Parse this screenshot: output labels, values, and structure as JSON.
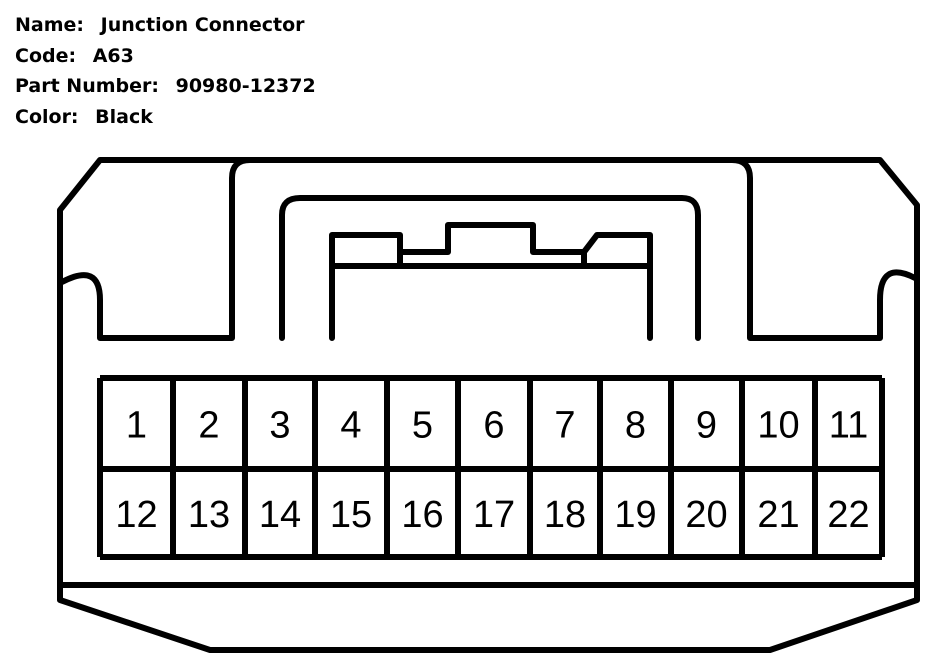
{
  "info": {
    "name_label": "Name:",
    "name_value": "Junction Connector",
    "code_label": "Code:",
    "code_value": "A63",
    "part_label": "Part Number:",
    "part_value": "90980-12372",
    "color_label": "Color:",
    "color_value": "Black"
  },
  "pins": {
    "row1": [
      "1",
      "2",
      "3",
      "4",
      "5",
      "6",
      "7",
      "8",
      "9",
      "10",
      "11"
    ],
    "row2": [
      "12",
      "13",
      "14",
      "15",
      "16",
      "17",
      "18",
      "19",
      "20",
      "21",
      "22"
    ]
  },
  "colors": {
    "stroke": "#000000",
    "background": "#ffffff"
  }
}
